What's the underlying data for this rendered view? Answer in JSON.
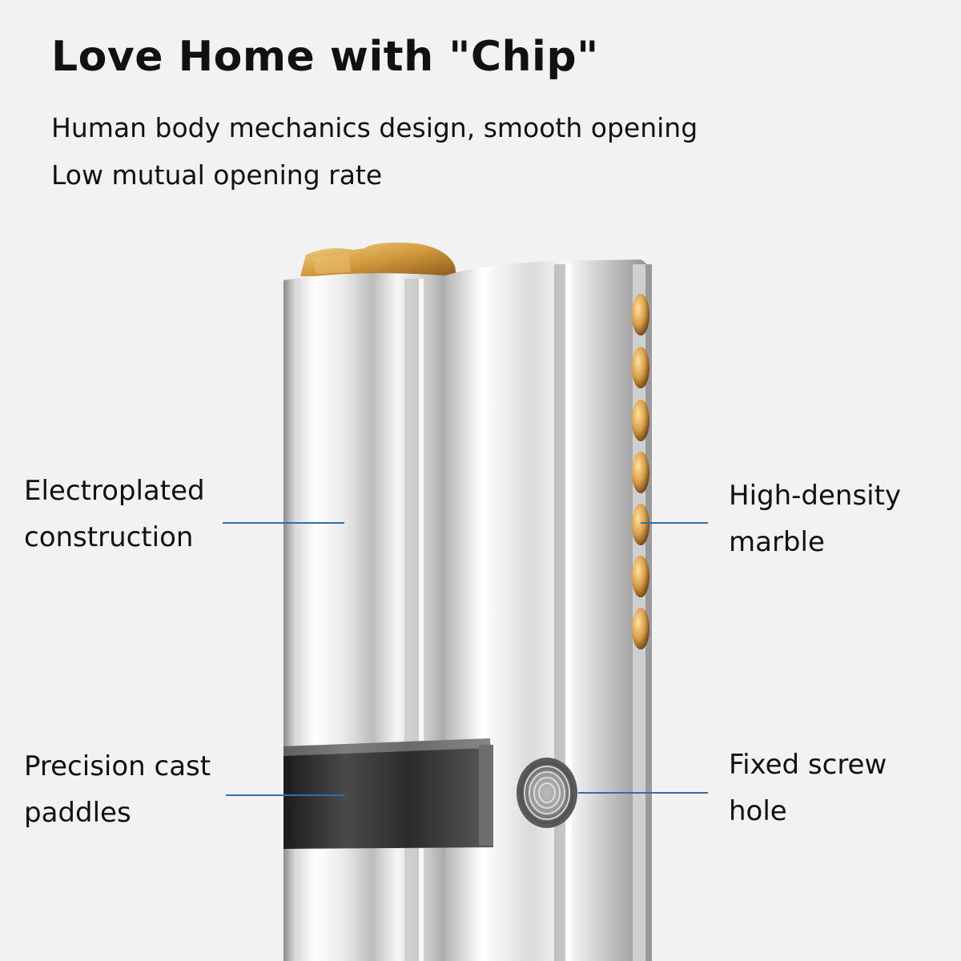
{
  "header": {
    "title": "Love Home with \"Chip\"",
    "subtitle_line1": "Human body mechanics design, smooth opening",
    "subtitle_line2": "Low mutual opening rate"
  },
  "callouts": {
    "electroplated": {
      "line1": "Electroplated",
      "line2": "construction"
    },
    "precision": {
      "line1": "Precision cast",
      "line2": "paddles"
    },
    "marble": {
      "line1": "High-density",
      "line2": "marble"
    },
    "screw": {
      "line1": "Fixed screw",
      "line2": "hole"
    }
  },
  "colors": {
    "background": "#f2f2f2",
    "leader_line": "#2f6db0",
    "brass": "#d9a24a",
    "chrome": "#dcdcdc",
    "black_ring": "#2a2a2a"
  },
  "image": {
    "subject": "lock-cylinder-illustration"
  }
}
